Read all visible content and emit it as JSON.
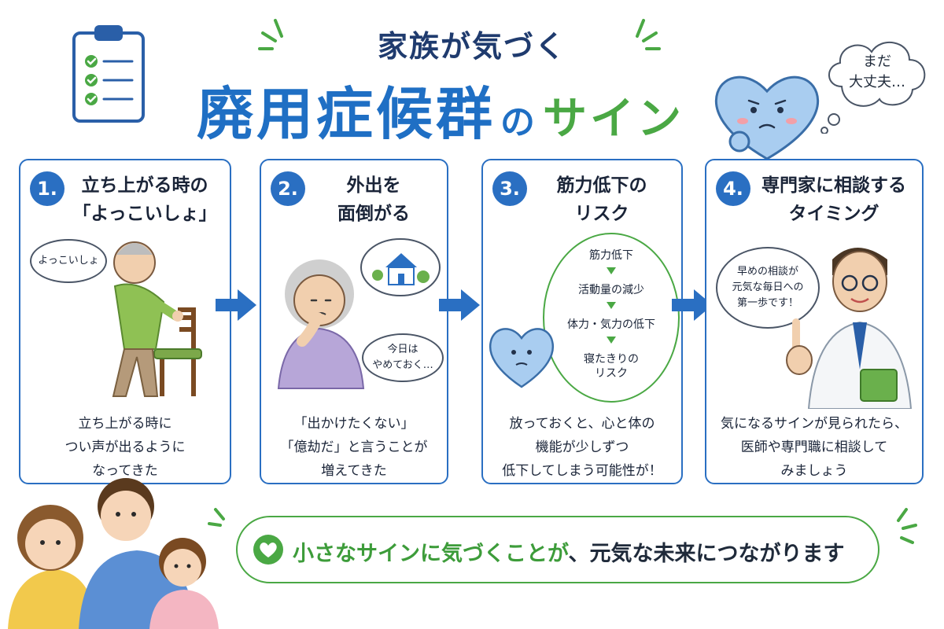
{
  "header": {
    "subtitle": "家族が気づく",
    "title_main": "廃用症候群",
    "title_no": "の",
    "title_sign": "サイン",
    "thought_bubble": "まだ\n大丈夫…"
  },
  "cards": [
    {
      "number": "1.",
      "title": "立ち上がる時の\n「よっこいしょ」",
      "speech": "よっこいしょ",
      "description": "立ち上がる時に\nつい声が出るように\nなってきた"
    },
    {
      "number": "2.",
      "title": "外出を\n面倒がる",
      "speech": "今日は\nやめておく…",
      "description": "「出かけたくない」\n「億劫だ」と言うことが\n増えてきた"
    },
    {
      "number": "3.",
      "title": "筋力低下の\nリスク",
      "flow": [
        "筋力低下",
        "活動量の減少",
        "体力・気力の低下",
        "寝たきりの\nリスク"
      ],
      "description": "放っておくと、心と体の\n機能が少しずつ\n低下してしまう可能性が！"
    },
    {
      "number": "4.",
      "title": "専門家に相談する\nタイミング",
      "speech": "早めの相談が\n元気な毎日への\n第一歩です！",
      "description": "気になるサインが見られたら、\n医師や専門職に相談して\nみましょう"
    }
  ],
  "footer": {
    "message_highlight": "小さなサインに気づくことが",
    "message_rest": "、元気な未来につながります"
  },
  "colors": {
    "primary_blue": "#2a6fc2",
    "accent_green": "#4aa844",
    "text_dark": "#1f2a3a"
  }
}
